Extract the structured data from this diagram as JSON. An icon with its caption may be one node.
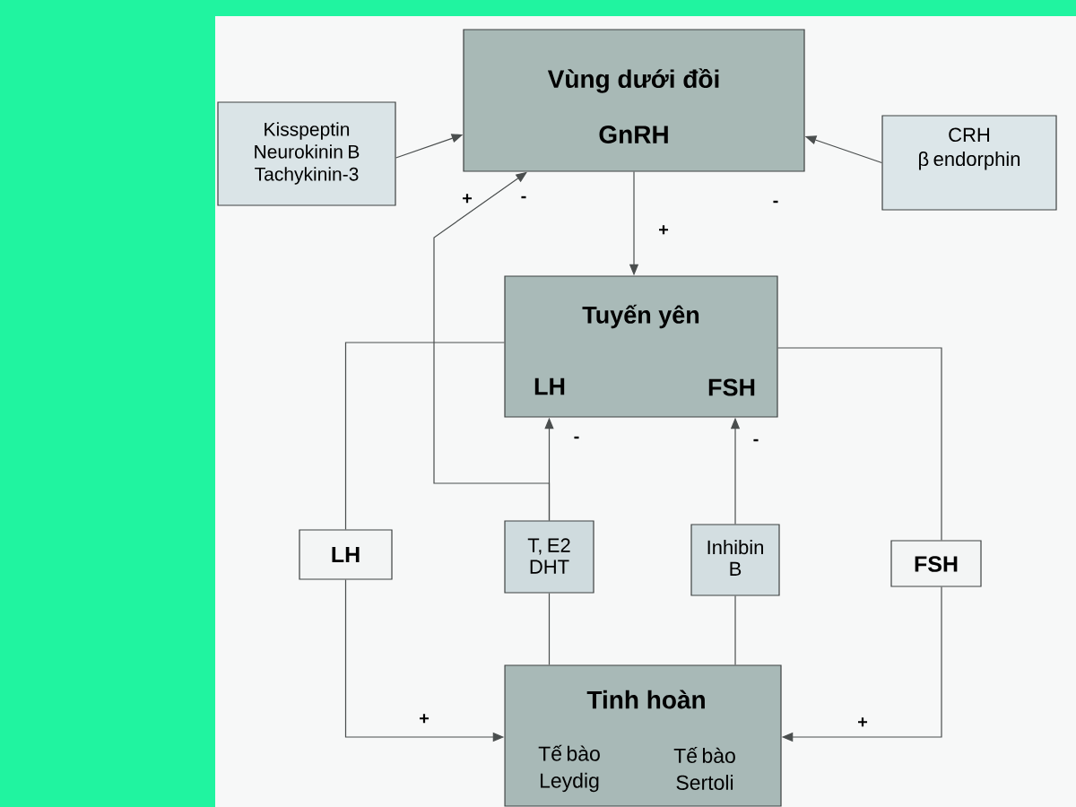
{
  "diagram": {
    "nodes": [
      {
        "text": [
          "Vùng dưới đồi",
          "GnRH"
        ]
      },
      {
        "text": [
          "Kisspeptin Neurokinin B Tachykinin-3"
        ]
      },
      {
        "text": [
          "CRH β endorphin"
        ]
      },
      {
        "text": [
          "Tuyến yên",
          "LH",
          "FSH"
        ]
      },
      {
        "text": [
          "LH"
        ]
      },
      {
        "text": [
          "T, E2 DHT"
        ]
      },
      {
        "text": [
          "Inhibin B"
        ]
      },
      {
        "text": [
          "FSH"
        ]
      },
      {
        "text": [
          "Tinh hoàn",
          "Tế bào Leydig",
          "Tế bào Sertoli"
        ]
      }
    ],
    "edges": [
      {
        "from": 1,
        "to": 0,
        "arrow": "to"
      },
      {
        "from": 2,
        "to": 0,
        "arrow": "to"
      },
      {
        "from": 0,
        "to": 3,
        "arrow": "to",
        "label": "+"
      },
      {
        "from": 3,
        "to": 4,
        "arrow": "none"
      },
      {
        "from": 4,
        "to": 8,
        "arrow": "to",
        "label": "+"
      },
      {
        "from": 3,
        "to": 7,
        "arrow": "none"
      },
      {
        "from": 7,
        "to": 8,
        "arrow": "to",
        "label": "+"
      },
      {
        "from": 8,
        "to": 5,
        "arrow": "none"
      },
      {
        "from": 5,
        "to": 3,
        "arrow": "to",
        "label": "-"
      },
      {
        "from": 5,
        "to": 0,
        "arrow": "to",
        "label": "-"
      },
      {
        "from": 8,
        "to": 6,
        "arrow": "none"
      },
      {
        "from": 6,
        "to": 3,
        "arrow": "to",
        "label": "-"
      }
    ],
    "labels": [
      "+",
      "-"
    ]
  }
}
